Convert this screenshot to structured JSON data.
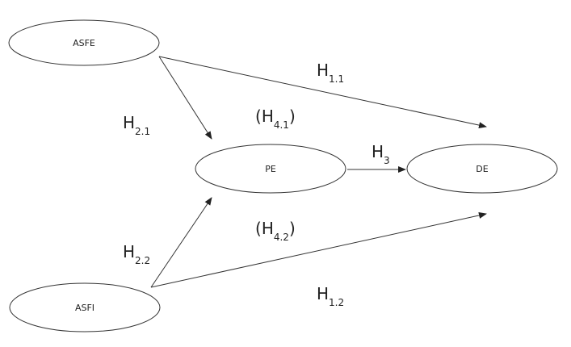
{
  "nodes": {
    "asfe": "ASFE",
    "asfi": "ASFI",
    "pe": "PE",
    "de": "DE"
  },
  "hypotheses": {
    "h11": {
      "prefix": "",
      "main": "H",
      "sub": "1.1",
      "suffix": ""
    },
    "h12": {
      "prefix": "",
      "main": "H",
      "sub": "1.2",
      "suffix": ""
    },
    "h21": {
      "prefix": "",
      "main": "H",
      "sub": "2.1",
      "suffix": ""
    },
    "h22": {
      "prefix": "",
      "main": "H",
      "sub": "2.2",
      "suffix": ""
    },
    "h3": {
      "prefix": "",
      "main": "H",
      "sub": "3",
      "suffix": ""
    },
    "h41": {
      "prefix": "(",
      "main": "H",
      "sub": "4.1",
      "suffix": ")"
    },
    "h42": {
      "prefix": "(",
      "main": "H",
      "sub": "4.2",
      "suffix": ")"
    }
  },
  "colors": {
    "stroke": "#333333",
    "text": "#222222",
    "background": "#ffffff"
  }
}
